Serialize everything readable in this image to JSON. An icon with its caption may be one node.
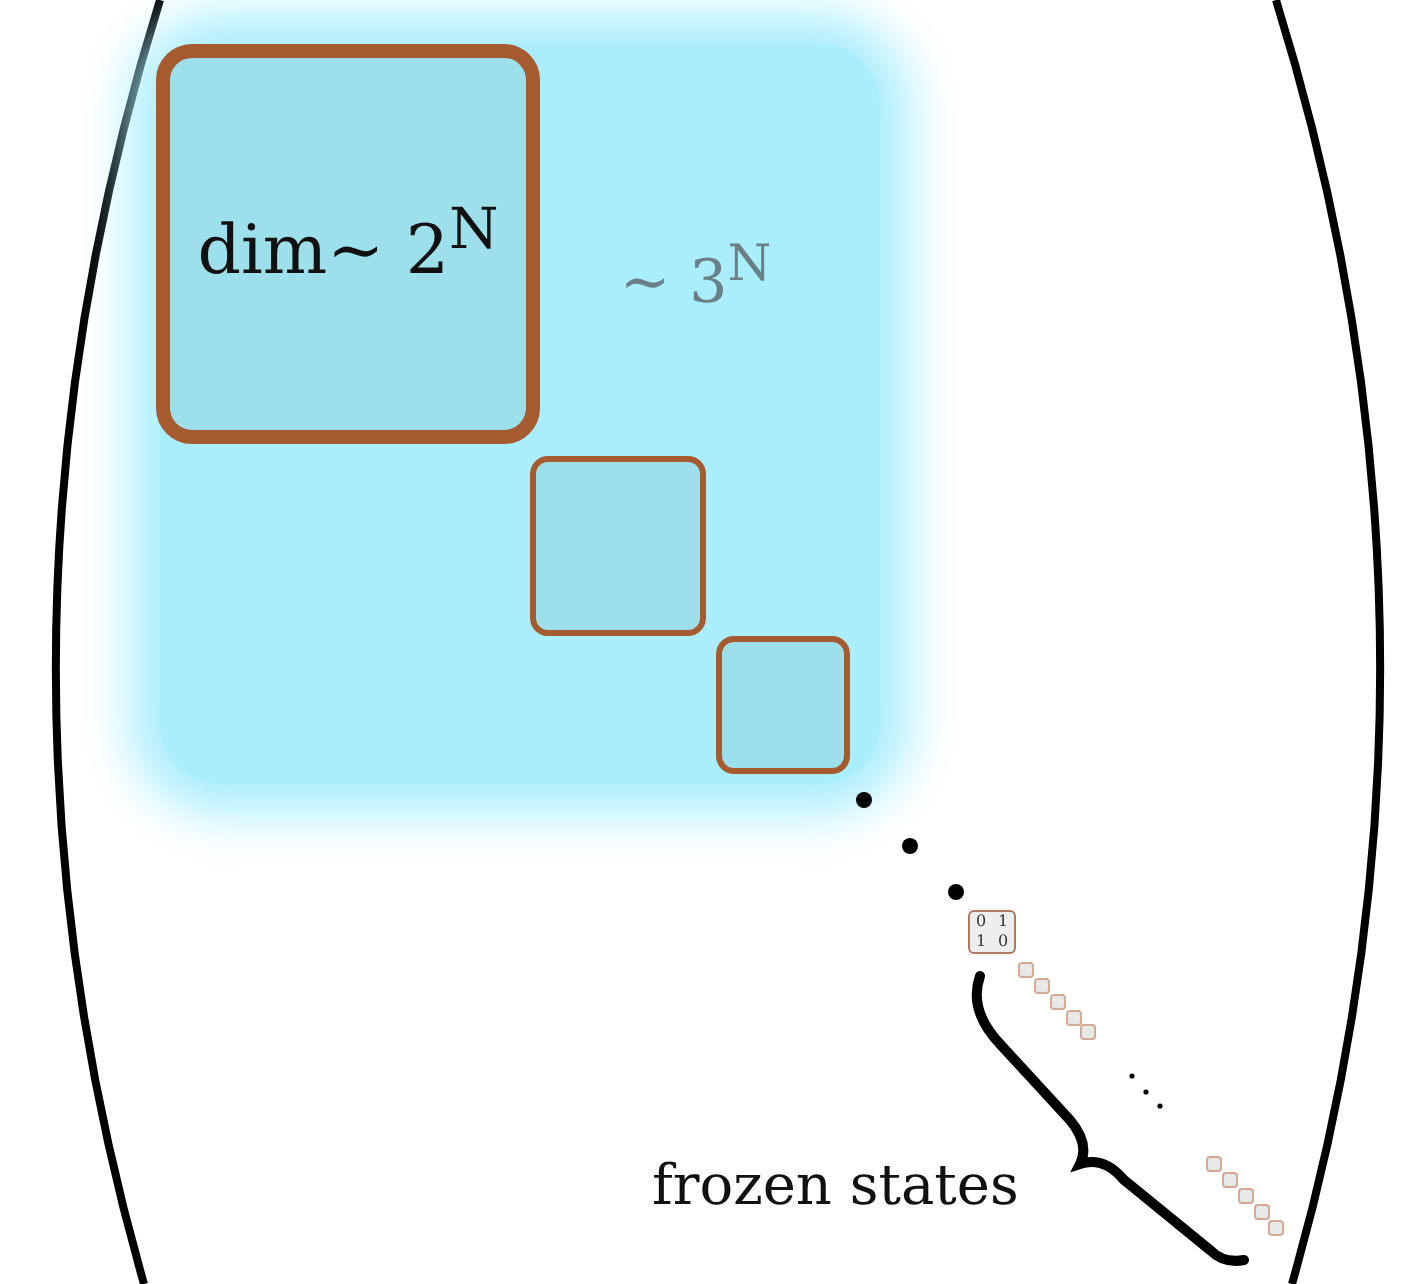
{
  "diagram": {
    "nodes": [
      {
        "text": [
          "∼ 3$^{N}$"
        ]
      },
      {
        "text": [
          "dim∼ 2$^{N}$"
        ],
        "in": 0
      },
      {
        "text": [],
        "shape": "box",
        "in": 0
      },
      {
        "text": [],
        "shape": "box",
        "in": 0
      },
      {
        "text": [
          "0",
          "1",
          "1",
          "0"
        ]
      },
      {
        "text": [],
        "shape": "box"
      },
      {
        "text": [],
        "shape": "box"
      },
      {
        "text": [],
        "shape": "box"
      },
      {
        "text": [],
        "shape": "box"
      },
      {
        "text": [],
        "shape": "box"
      },
      {
        "text": [],
        "shape": "box"
      },
      {
        "text": [],
        "shape": "box"
      },
      {
        "text": [],
        "shape": "box"
      },
      {
        "text": [],
        "shape": "box"
      },
      {
        "text": [],
        "shape": "box"
      }
    ],
    "edges": [],
    "labels": [
      "frozen states"
    ]
  }
}
